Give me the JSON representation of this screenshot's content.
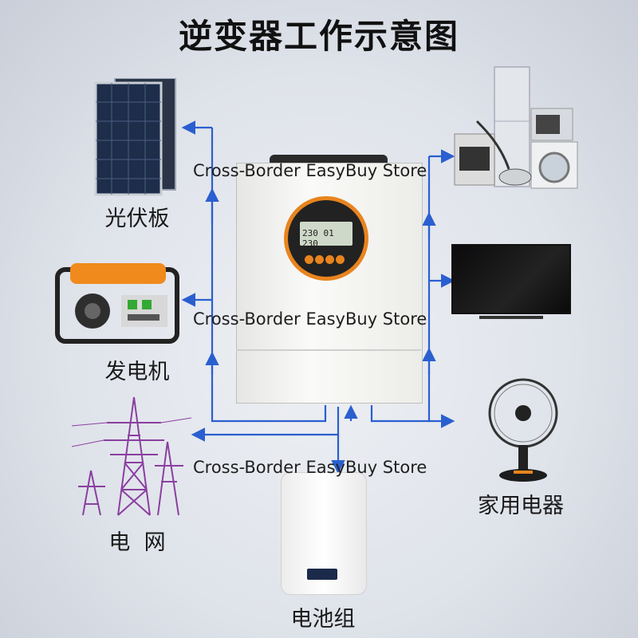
{
  "title": "逆变器工作示意图",
  "labels": {
    "solar": "光伏板",
    "generator": "发电机",
    "grid": "电  网",
    "battery": "电池组",
    "appliances": "家用电器"
  },
  "inverter": {
    "display_text": "230 01 230"
  },
  "watermarks": [
    "Cross-Border EasyBuy Store",
    "Cross-Border EasyBuy Store",
    "Cross-Border EasyBuy Store"
  ],
  "colors": {
    "arrow": "#2a5fd0",
    "inverter_body": "#f4f4f2",
    "inverter_ring": "#e8841e",
    "generator_frame": "#f08a1c",
    "pylon": "#8a3fa0"
  }
}
